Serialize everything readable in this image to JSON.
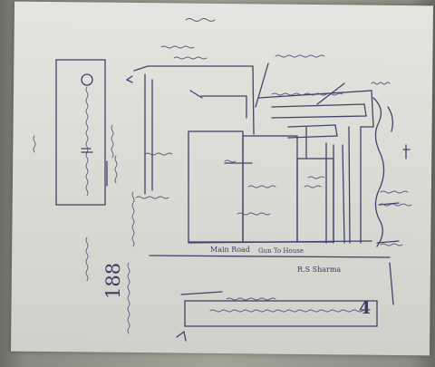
{
  "plan": {
    "label_main_road": "Main Road",
    "label_road_to_house": "Gun To House",
    "label_owner": "R.S Sharma",
    "label_plot_number": "188",
    "label_plot_four_symbol": "4"
  }
}
